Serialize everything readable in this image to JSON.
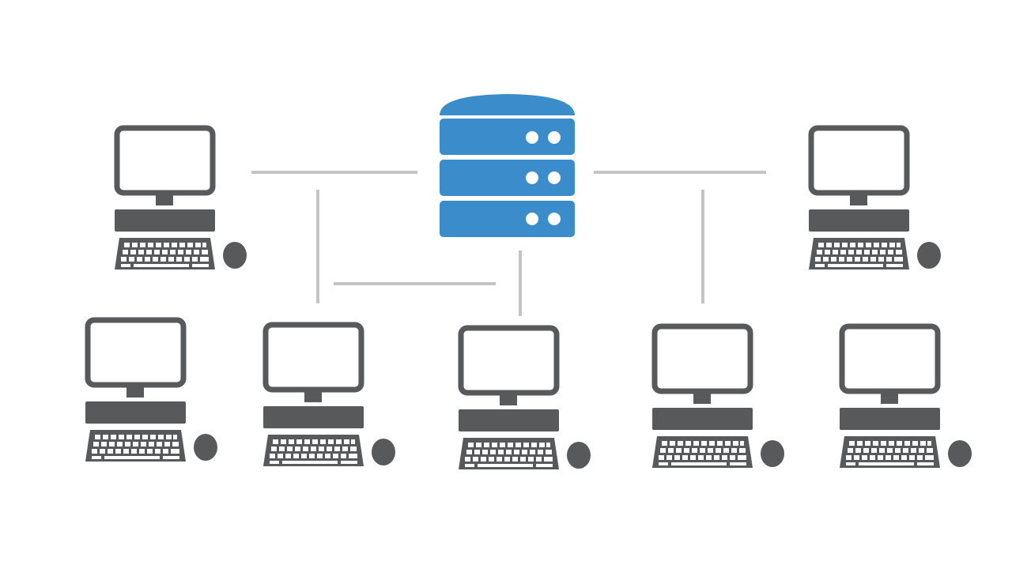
{
  "diagram": {
    "type": "network-topology",
    "center_node": {
      "icon": "server-icon",
      "units": 3,
      "color": "#3a8ccb"
    },
    "client_node": {
      "icon": "desktop-computer-icon",
      "parts": [
        "monitor",
        "base-unit",
        "keyboard",
        "mouse"
      ]
    },
    "client_count": 7,
    "colors": {
      "server": "#3a8ccb",
      "computer": "#58595b",
      "link": "#c4c4c4",
      "background": "#ffffff"
    }
  }
}
